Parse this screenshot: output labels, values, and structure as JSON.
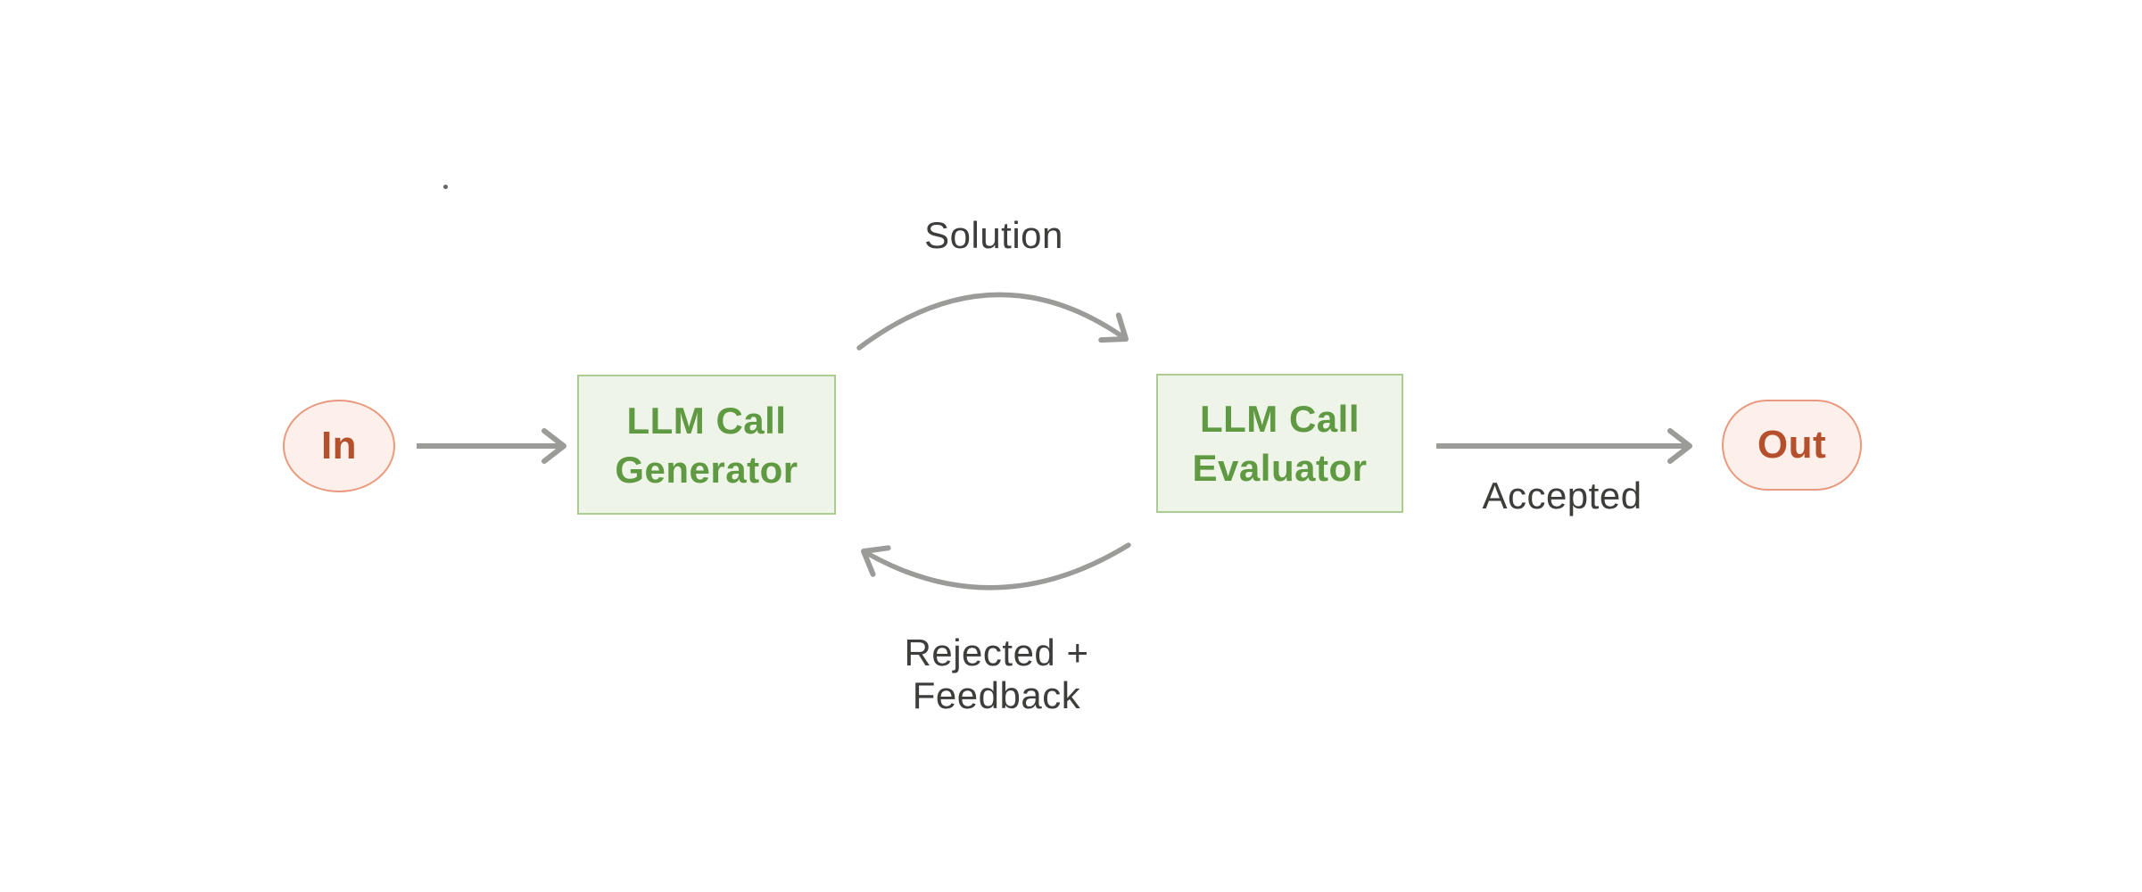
{
  "nodes": {
    "in": {
      "label": "In"
    },
    "generator": {
      "label": "LLM Call\nGenerator"
    },
    "evaluator": {
      "label": "LLM Call\nEvaluator"
    },
    "out": {
      "label": "Out"
    }
  },
  "edges": {
    "solution": {
      "label": "Solution"
    },
    "accepted": {
      "label": "Accepted"
    },
    "rejected": {
      "label": "Rejected +\nFeedback"
    }
  },
  "colors": {
    "background": "#ffffff",
    "box_fill": "#eff4e9",
    "box_border": "#abcd92",
    "box_text": "#5f9a42",
    "terminal_fill": "#fdf0eb",
    "terminal_border": "#e9997e",
    "terminal_text": "#b5502d",
    "arrow": "#9b9b99",
    "label_text": "#3d3d3b"
  }
}
